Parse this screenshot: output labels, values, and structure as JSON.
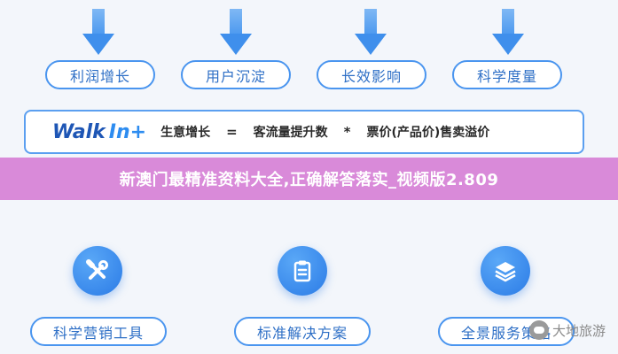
{
  "top_items": [
    {
      "label": "利润增长"
    },
    {
      "label": "用户沉淀"
    },
    {
      "label": "长效影响"
    },
    {
      "label": "科学度量"
    }
  ],
  "formula": {
    "logo_walk": "Walk",
    "logo_in": "In+",
    "term1": "生意增长",
    "op1": "=",
    "term2": "客流量提升数",
    "op2": "*",
    "term3": "票价(产品价)售卖溢价"
  },
  "banner": {
    "text": "新澳门最精准资料大全,正确解答落实_视频版2.809"
  },
  "bottom_items": [
    {
      "label": "科学营销工具",
      "icon": "wrench-screwdriver-icon"
    },
    {
      "label": "标准解决方案",
      "icon": "clipboard-icon"
    },
    {
      "label": "全景服务策略",
      "icon": "layers-icon"
    }
  ],
  "watermark": {
    "text": "大地旅游"
  },
  "colors": {
    "accent": "#4a95ef",
    "banner": "#d98ad9",
    "background": "#f3f6fb"
  }
}
